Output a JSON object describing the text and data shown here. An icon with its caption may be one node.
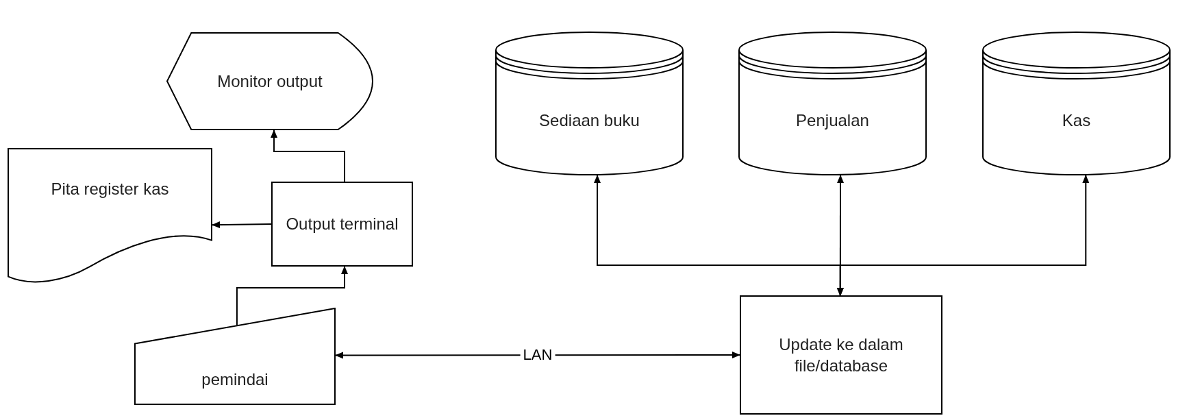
{
  "diagram": {
    "nodes": [
      {
        "text": [
          "Monitor output"
        ]
      },
      {
        "text": [
          "Pita register kas"
        ]
      },
      {
        "text": [
          "Output terminal"
        ]
      },
      {
        "text": [
          "Sediaan buku"
        ]
      },
      {
        "text": [
          "Penjualan"
        ]
      },
      {
        "text": [
          "Kas"
        ]
      },
      {
        "text": [
          "pemindai"
        ]
      },
      {
        "text": [
          "Update ke dalam file/database"
        ]
      }
    ],
    "edges": [
      {
        "from": 2,
        "to": 0,
        "arrow": "to"
      },
      {
        "from": 2,
        "to": 1,
        "arrow": "to"
      },
      {
        "from": 6,
        "to": 2,
        "arrow": "to"
      },
      {
        "from": 6,
        "to": 7,
        "arrow": "both",
        "label": "LAN"
      },
      {
        "from": 7,
        "to": 3,
        "arrow": "both"
      },
      {
        "from": 7,
        "to": 4,
        "arrow": "both"
      },
      {
        "from": 7,
        "to": 5,
        "arrow": "both"
      }
    ]
  }
}
